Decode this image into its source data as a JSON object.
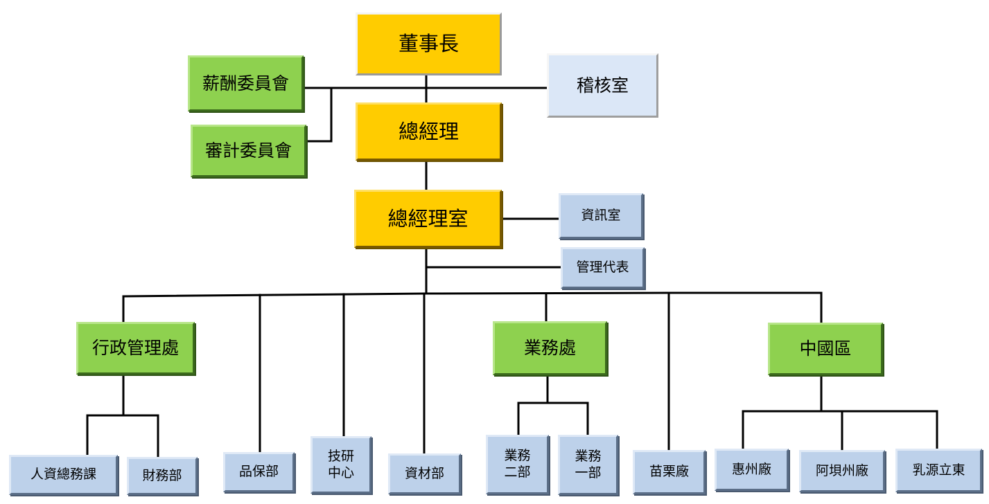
{
  "nodes": {
    "chairman": "董事長",
    "remuneration_committee": "薪酬委員會",
    "audit_office": "稽核室",
    "audit_committee": "審計委員會",
    "general_manager": "總經理",
    "gm_office": "總經理室",
    "it_office": "資訊室",
    "management_rep": "管理代表",
    "admin_division": "行政管理處",
    "sales_division": "業務處",
    "china_region": "中國區",
    "hr_general_affairs": "人資總務課",
    "finance_dept": "財務部",
    "quality_dept": "品保部",
    "rd_center": "技研\n中心",
    "materials_dept": "資材部",
    "sales_dept_2": "業務\n二部",
    "sales_dept_1": "業務\n一部",
    "miaoli_plant": "苗栗廠",
    "huizhou_plant": "惠州廠",
    "abazhou_plant": "阿垻州廠",
    "ruyuan_lidong": "乳源立東"
  }
}
